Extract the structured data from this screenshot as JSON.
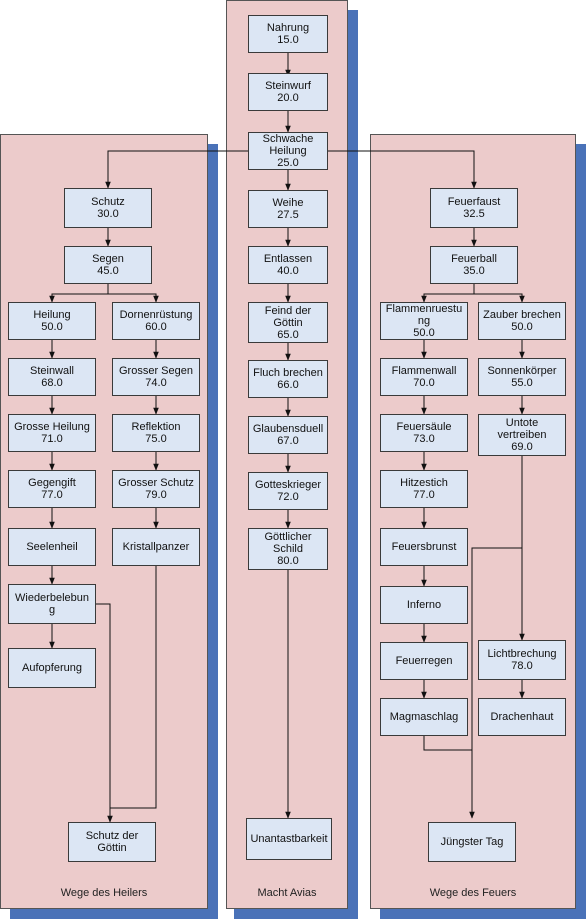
{
  "panels": {
    "heiler": "Wege des Heilers",
    "avias": "Macht Avias",
    "feuer": "Wege des Feuers"
  },
  "nodes": {
    "nahrung": {
      "name": "Nahrung",
      "value": "15.0"
    },
    "steinwurf": {
      "name": "Steinwurf",
      "value": "20.0"
    },
    "schwache_heilung": {
      "name": "Schwache\nHeilung",
      "value": "25.0"
    },
    "weihe": {
      "name": "Weihe",
      "value": "27.5"
    },
    "entlassen": {
      "name": "Entlassen",
      "value": "40.0"
    },
    "feind_der_goettin": {
      "name": "Feind der\nGöttin",
      "value": "65.0"
    },
    "fluch_brechen": {
      "name": "Fluch brechen",
      "value": "66.0"
    },
    "glaubensduell": {
      "name": "Glaubensduell",
      "value": "67.0"
    },
    "gotteskrieger": {
      "name": "Gotteskrieger",
      "value": "72.0"
    },
    "goettlicher_schild": {
      "name": "Göttlicher\nSchild",
      "value": "80.0"
    },
    "unantastbarkeit": {
      "name": "Unantastbarkeit",
      "value": ""
    },
    "schutz": {
      "name": "Schutz",
      "value": "30.0"
    },
    "segen": {
      "name": "Segen",
      "value": "45.0"
    },
    "heilung": {
      "name": "Heilung",
      "value": "50.0"
    },
    "dornenruestung": {
      "name": "Dornenrüstung",
      "value": "60.0"
    },
    "steinwall": {
      "name": "Steinwall",
      "value": "68.0"
    },
    "grosser_segen": {
      "name": "Grosser Segen",
      "value": "74.0"
    },
    "grosse_heilung": {
      "name": "Grosse Heilung",
      "value": "71.0"
    },
    "reflektion": {
      "name": "Reflektion",
      "value": "75.0"
    },
    "gegengift": {
      "name": "Gegengift",
      "value": "77.0"
    },
    "grosser_schutz": {
      "name": "Grosser Schutz",
      "value": "79.0"
    },
    "seelenheil": {
      "name": "Seelenheil",
      "value": ""
    },
    "kristallpanzer": {
      "name": "Kristallpanzer",
      "value": ""
    },
    "wiederbelebung": {
      "name": "Wiederbelebun\ng",
      "value": ""
    },
    "aufopferung": {
      "name": "Aufopferung",
      "value": ""
    },
    "schutz_der_goettin": {
      "name": "Schutz der\nGöttin",
      "value": ""
    },
    "feuerfaust": {
      "name": "Feuerfaust",
      "value": "32.5"
    },
    "feuerball": {
      "name": "Feuerball",
      "value": "35.0"
    },
    "flammenruestung": {
      "name": "Flammenruestu\nng",
      "value": "50.0"
    },
    "zauber_brechen": {
      "name": "Zauber brechen",
      "value": "50.0"
    },
    "flammenwall": {
      "name": "Flammenwall",
      "value": "70.0"
    },
    "sonnenkoerper": {
      "name": "Sonnenkörper",
      "value": "55.0"
    },
    "feuersaeule": {
      "name": "Feuersäule",
      "value": "73.0"
    },
    "untote_vertreiben": {
      "name": "Untote\nvertreiben",
      "value": "69.0"
    },
    "hitzestich": {
      "name": "Hitzestich",
      "value": "77.0"
    },
    "feuersbrunst": {
      "name": "Feuersbrunst",
      "value": ""
    },
    "inferno": {
      "name": "Inferno",
      "value": ""
    },
    "feuerregen": {
      "name": "Feuerregen",
      "value": ""
    },
    "lichtbrechung": {
      "name": "Lichtbrechung",
      "value": "78.0"
    },
    "magmaschlag": {
      "name": "Magmaschlag",
      "value": ""
    },
    "drachenhaut": {
      "name": "Drachenhaut",
      "value": ""
    },
    "juengster_tag": {
      "name": "Jüngster Tag",
      "value": ""
    }
  }
}
